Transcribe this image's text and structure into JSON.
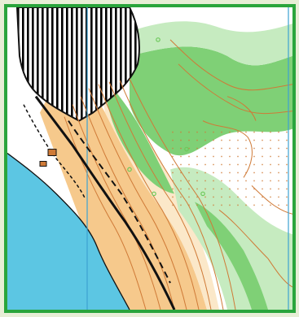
{
  "map": {
    "type": "orienteering-map",
    "colors": {
      "frame_border": "#2aa53c",
      "frame_bg": "#e7eed6",
      "water": "#5cc6e3",
      "open_land": "#f6c98c",
      "rough_open": "#fbe8c9",
      "forest_green": "#7fd076",
      "forest_light": "#c6ebc0",
      "contour_brown": "#cf7a37",
      "magnetic_north_line": "#3da2d2",
      "road_black": "#111111",
      "building_hatch": "#000000"
    },
    "features": [
      "lake",
      "hatched-out-of-bounds-area",
      "road",
      "track",
      "contours",
      "vegetation",
      "magnetic-north-lines",
      "knolls"
    ]
  }
}
